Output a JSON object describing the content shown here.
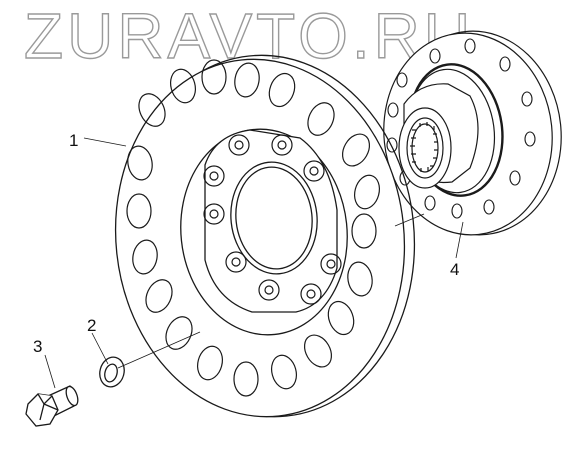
{
  "watermark": "ZURAVTO.RU",
  "callouts": [
    {
      "id": "1",
      "label": "1"
    },
    {
      "id": "2",
      "label": "2"
    },
    {
      "id": "3",
      "label": "3"
    },
    {
      "id": "4",
      "label": "4"
    }
  ],
  "colors": {
    "line": "#1a1a1a",
    "watermark": "#9a9a9a",
    "background": "#ffffff"
  }
}
